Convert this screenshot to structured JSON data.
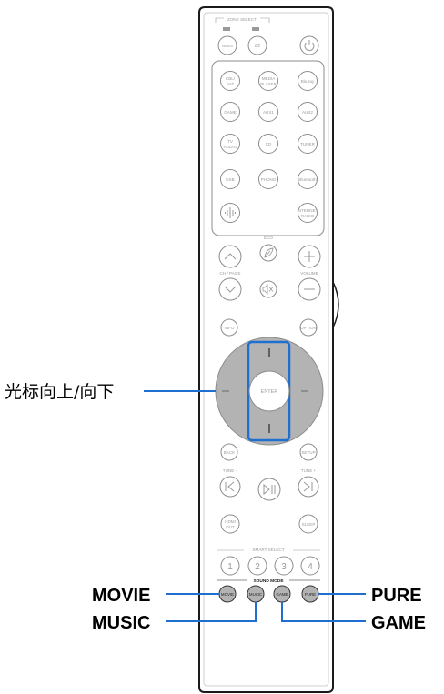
{
  "remote": {
    "zone_select": "ZONE SELECT",
    "main": "MAIN",
    "z2": "Z2",
    "cbl_sat_1": "CBL/",
    "cbl_sat_2": "SAT",
    "media_player_1": "MEDIA",
    "media_player_2": "PLAYER",
    "bluray": "Blu-ray",
    "game": "GAME",
    "aux1": "AUX1",
    "aux2": "AUX2",
    "tv_audio_1": "TV",
    "tv_audio_2": "AUDIO",
    "cd": "CD",
    "tuner": "TUNER",
    "usb": "USB",
    "phono": "PHONO",
    "bluetooth": "Bluetooth",
    "internet_radio_1": "INTERNET",
    "internet_radio_2": "RADIO",
    "eco": "ECO",
    "ch_page": "CH / PAGE",
    "volume": "VOLUME",
    "info": "INFO",
    "option": "OPTION",
    "enter": "ENTER",
    "back": "BACK",
    "setup": "SETUP",
    "tune_minus": "TUNE −",
    "tune_plus": "TUNE +",
    "hdmi_out_1": "HDMI",
    "hdmi_out_2": "OUT",
    "sleep": "SLEEP",
    "smart_select": "SMART SELECT",
    "smart_1": "1",
    "smart_2": "2",
    "smart_3": "3",
    "smart_4": "4",
    "sound_mode": "SOUND MODE",
    "movie_btn": "MOVIE",
    "music_btn": "MUSIC",
    "game_btn": "GAME",
    "pure_btn": "PURE"
  },
  "callouts": {
    "cursor_up_down": "光标向上/向下",
    "movie": "MOVIE",
    "music": "MUSIC",
    "pure": "PURE",
    "game": "GAME"
  },
  "colors": {
    "highlight_blue": "#1f6fd1",
    "button_gray": "#b3b3b3"
  }
}
